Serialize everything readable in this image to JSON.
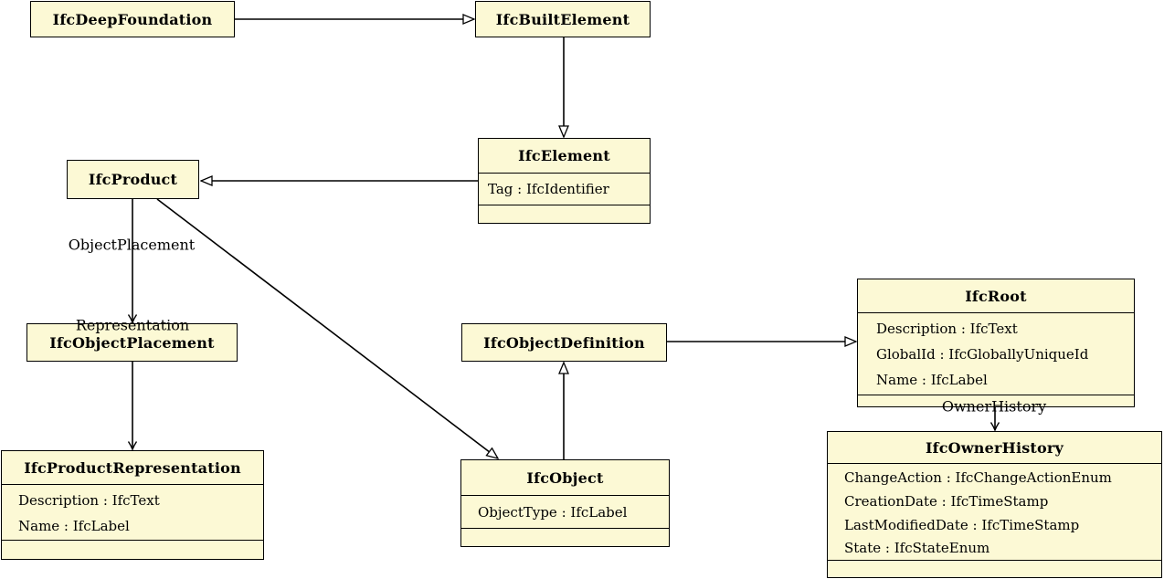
{
  "diagram": {
    "classes": {
      "ifcDeepFoundation": {
        "title": "IfcDeepFoundation",
        "attributes": []
      },
      "ifcBuiltElement": {
        "title": "IfcBuiltElement",
        "attributes": []
      },
      "ifcElement": {
        "title": "IfcElement",
        "attributes": [
          "Tag : IfcIdentifier"
        ]
      },
      "ifcProduct": {
        "title": "IfcProduct",
        "attributes": []
      },
      "ifcObjectPlacement": {
        "title": "IfcObjectPlacement",
        "attributes": []
      },
      "ifcProductRepresentation": {
        "title": "IfcProductRepresentation",
        "attributes": [
          "Description : IfcText",
          "Name : IfcLabel"
        ]
      },
      "ifcObjectDefinition": {
        "title": "IfcObjectDefinition",
        "attributes": []
      },
      "ifcObject": {
        "title": "IfcObject",
        "attributes": [
          "ObjectType : IfcLabel"
        ]
      },
      "ifcRoot": {
        "title": "IfcRoot",
        "attributes": [
          "Description : IfcText",
          "GlobalId : IfcGloballyUniqueId",
          "Name : IfcLabel"
        ]
      },
      "ifcOwnerHistory": {
        "title": "IfcOwnerHistory",
        "attributes": [
          "ChangeAction : IfcChangeActionEnum",
          "CreationDate : IfcTimeStamp",
          "LastModifiedDate : IfcTimeStamp",
          "State : IfcStateEnum"
        ]
      }
    },
    "edge_labels": {
      "objectPlacement": "ObjectPlacement",
      "representation": "Representation",
      "ownerHistory": "OwnerHistory"
    },
    "colors": {
      "class_fill": "#FCF9D5",
      "border": "#000000",
      "background": "#FFFFFF"
    }
  }
}
